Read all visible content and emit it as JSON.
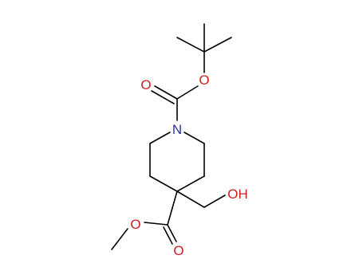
{
  "molecule": {
    "atoms": {
      "nitrogen": "N",
      "carbonyl_oxygen_top": "O",
      "ester_oxygen_top": "O",
      "hydroxyl": "OH",
      "ester_oxygen_bottom": "O",
      "carbonyl_oxygen_bottom": "O"
    }
  },
  "colors": {
    "bond": "#000000",
    "oxygen": "#cc2020",
    "nitrogen": "#3030a0",
    "background": "#ffffff"
  }
}
